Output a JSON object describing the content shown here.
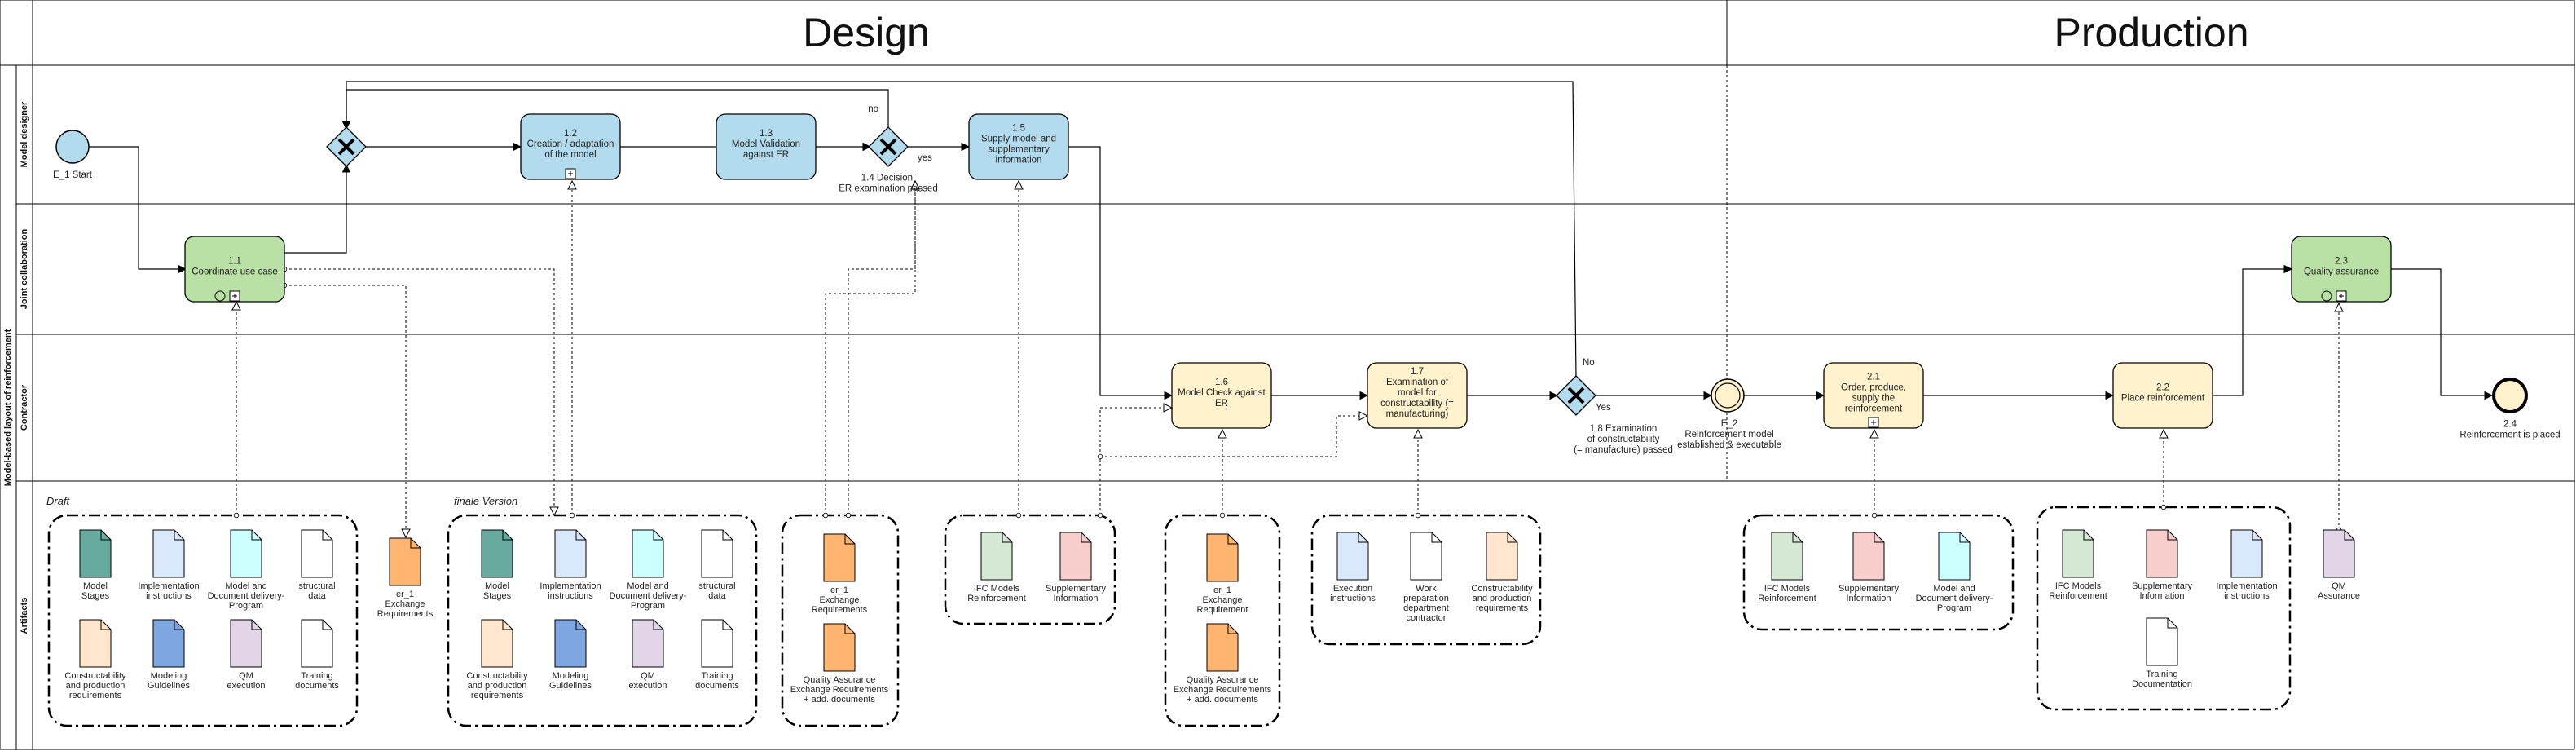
{
  "diagram_title": "Model-based layout of reinforcement",
  "phases": [
    "Design",
    "Production"
  ],
  "lanes": [
    "Model designer",
    "Joint collaboration",
    "Contractor",
    "Artifacts"
  ],
  "events": {
    "start": "E_1 Start",
    "intermediate": [
      "E_2",
      "Reinforcement model",
      "established & executable"
    ],
    "end": [
      "2.4",
      "Reinforcement is placed"
    ]
  },
  "gateways": {
    "g14": [
      "1.4 Decision:",
      "ER examination passed"
    ],
    "g14_no": "no",
    "g14_yes": "yes",
    "g18": [
      "1.8 Examination",
      "of constructability",
      "(= manufacture) passed"
    ],
    "g18_no": "No",
    "g18_yes": "Yes"
  },
  "tasks": {
    "t11": [
      "1.1",
      "Coordinate use case"
    ],
    "t12": [
      "1.2",
      "Creation / adaptation",
      "of the model"
    ],
    "t13": [
      "1.3",
      "Model Validation",
      "against ER"
    ],
    "t15": [
      "1.5",
      "Supply model and",
      "supplementary",
      "information"
    ],
    "t16": [
      "1.6",
      "Model Check against",
      "ER"
    ],
    "t17": [
      "1.7",
      "Examination of",
      "model for",
      "constructability (=",
      "manufacturing)"
    ],
    "t21": [
      "2.1",
      "Order, produce,",
      "supply the",
      "reinforcement"
    ],
    "t22": [
      "2.2",
      "Place reinforcement"
    ],
    "t23": [
      "2.3",
      "Quality assurance"
    ]
  },
  "group_labels": {
    "draft": "Draft",
    "final": "finale Version"
  },
  "documents": {
    "model_stages": [
      "Model",
      "Stages"
    ],
    "impl_instructions": [
      "Implementation",
      "instructions"
    ],
    "model_doc_delivery": [
      "Model and",
      "Document delivery-",
      "Program"
    ],
    "structural_data": [
      "structural",
      "data"
    ],
    "constructability_req": [
      "Constructability",
      "and production",
      "requirements"
    ],
    "modeling_guidelines": [
      "Modeling",
      "Guidelines"
    ],
    "qm_execution": [
      "QM",
      "execution"
    ],
    "training_documents": [
      "Training",
      "documents"
    ],
    "er1_exchange_reqs": [
      "er_1",
      "Exchange",
      "Requirements"
    ],
    "qa_exchange_reqs": [
      "Quality Assurance",
      "Exchange Requirements"
    ],
    "ifc_models": [
      "IFC Models",
      "Reinforcement"
    ],
    "supplementary_info": [
      "Supplementary",
      "Information"
    ],
    "er1_exchange_req": [
      "er_1",
      "Exchange",
      "Requirement"
    ],
    "qa_exchange_reqs_add": [
      "Quality Assurance",
      "Exchange Requirements",
      "+ add. documents"
    ],
    "execution_instructions": [
      "Execution",
      "instructions"
    ],
    "work_prep": [
      "Work",
      "preparation",
      "department",
      "contractor"
    ],
    "training_documentation": [
      "Training",
      "Documentation"
    ],
    "qm_assurance": [
      "QM",
      "Assurance"
    ]
  },
  "qa_extra": "+ add. documents",
  "colors": {
    "task_blue": "#b3dbee",
    "task_green": "#b9e0a5",
    "task_yellow": "#fff2cc",
    "gateway": "#b3dbee",
    "doc_teal": "#67ab9f",
    "doc_lightblue": "#dae8fc",
    "doc_cyan": "#ccffff",
    "doc_white": "#ffffff",
    "doc_peach": "#ffe6cc",
    "doc_blue": "#7ea6e0",
    "doc_lavender": "#e1d5e7",
    "doc_orange": "#ffb570",
    "doc_green": "#d5e8d4",
    "doc_pink": "#f8cecc"
  }
}
